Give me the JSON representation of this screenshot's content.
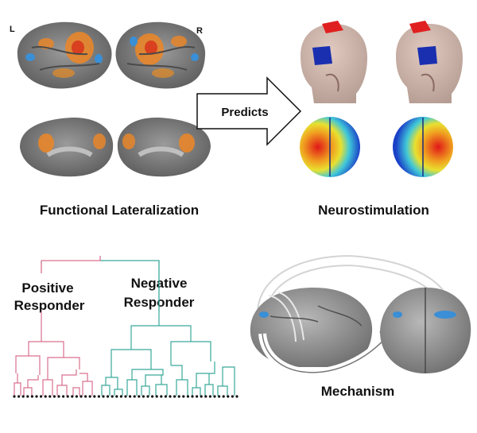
{
  "panels": {
    "functional_lateralization": {
      "hemisphere_left_label": "L",
      "hemisphere_right_label": "R",
      "caption": "Functional Lateralization"
    },
    "arrow": {
      "label": "Predicts"
    },
    "neurostimulation": {
      "caption": "Neurostimulation"
    },
    "dendrogram": {
      "positive_label_line1": "Positive",
      "positive_label_line2": "Responder",
      "negative_label_line1": "Negative",
      "negative_label_line2": "Responder"
    },
    "mechanism": {
      "caption": "Mechanism"
    }
  },
  "colors": {
    "positive_cluster": "#d9708f",
    "negative_cluster": "#3aa99a",
    "cortex_gray": "#7a7a7a",
    "activation_orange": "#e8862a",
    "deactivation_blue": "#3a8fd6",
    "stim_red": "#e02020",
    "stim_blue": "#1a2fb0"
  },
  "icons": [
    "brain-surface-icon",
    "head-model-icon",
    "right-arrow-icon",
    "curved-arrow-icon"
  ]
}
